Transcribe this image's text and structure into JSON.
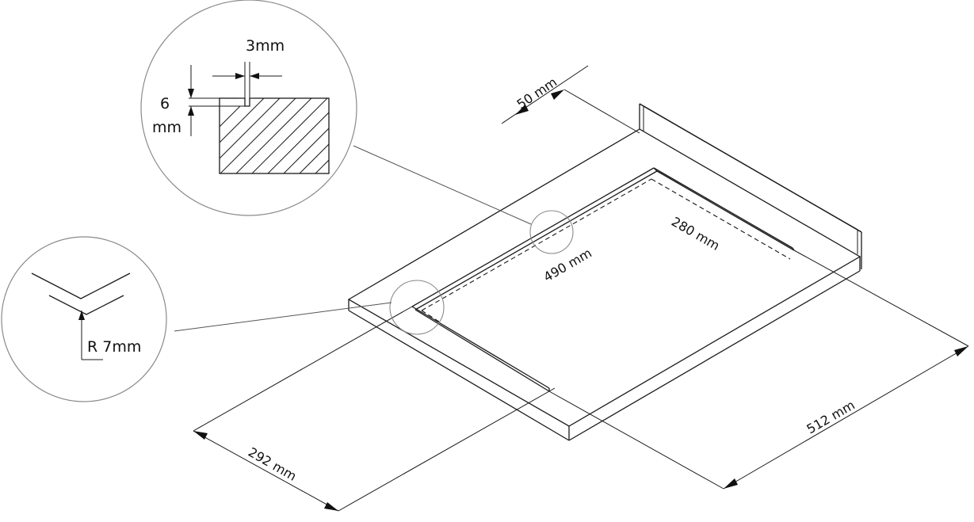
{
  "dimensions": {
    "width_top": "50 mm",
    "inner_long": "490 mm",
    "inner_short": "280 mm",
    "overall_long": "512 mm",
    "overall_short": "292 mm"
  },
  "detail_groove": {
    "width": "3mm",
    "depth_value": "6",
    "depth_unit": "mm"
  },
  "detail_corner": {
    "radius": "R 7mm"
  }
}
